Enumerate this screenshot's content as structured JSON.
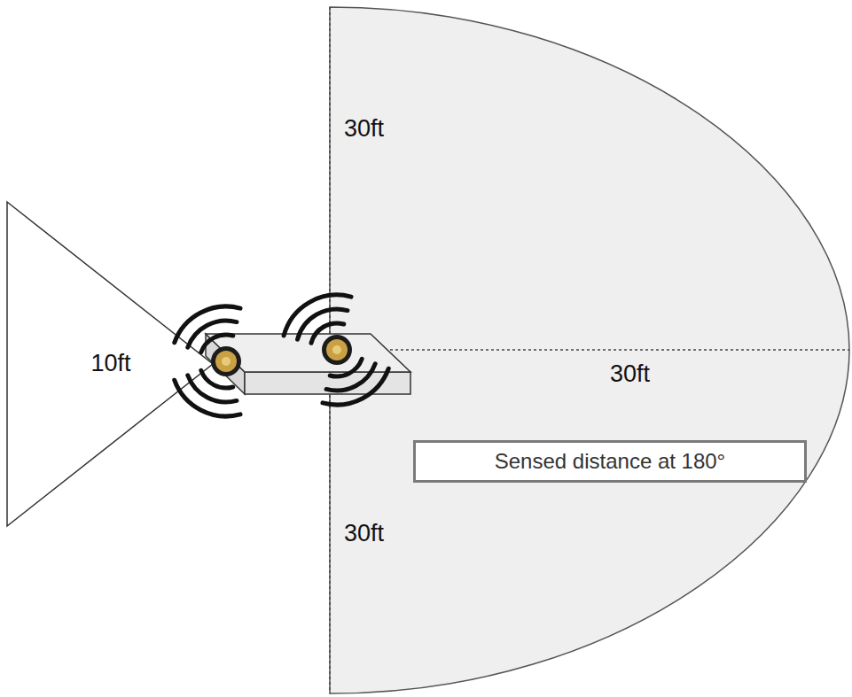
{
  "diagram": {
    "nodes": [
      {
        "text": [
          "10ft"
        ]
      },
      {
        "text": [
          "30ft",
          "30ft",
          "30ft"
        ]
      },
      {
        "text": [
          "Sensed distance at 180°"
        ],
        "in": 1
      }
    ]
  }
}
